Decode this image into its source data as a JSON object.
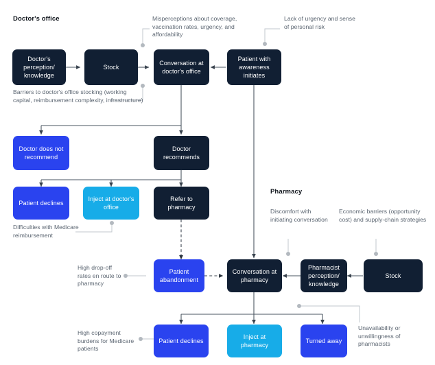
{
  "diagram": {
    "title_doctor": "Doctor's office",
    "title_pharmacy": "Pharmacy",
    "colors": {
      "dark": "#111f33",
      "blue": "#2a43ef",
      "cyan": "#17ace8",
      "wire": "#4a5560",
      "annotation_text": "#5a6470",
      "annotation_line": "#b3b9bf",
      "background": "#ffffff"
    },
    "nodes": [
      {
        "id": "doctor-perception",
        "label": "Doctor's perception/ knowledge",
        "color": "dark"
      },
      {
        "id": "stock-doctor",
        "label": "Stock",
        "color": "dark"
      },
      {
        "id": "conversation-doctor",
        "label": "Conversation at doctor's office",
        "color": "dark"
      },
      {
        "id": "patient-awareness",
        "label": "Patient with awareness initiates",
        "color": "dark"
      },
      {
        "id": "doctor-not-recommend",
        "label": "Doctor does not recommend",
        "color": "blue"
      },
      {
        "id": "doctor-recommends",
        "label": "Doctor recommends",
        "color": "dark"
      },
      {
        "id": "patient-declines-office",
        "label": "Patient declines",
        "color": "blue"
      },
      {
        "id": "inject-doctor-office",
        "label": "Inject at doctor's office",
        "color": "cyan"
      },
      {
        "id": "refer-to-pharmacy",
        "label": "Refer to pharmacy",
        "color": "dark"
      },
      {
        "id": "patient-abandonment",
        "label": "Patient abandonment",
        "color": "blue"
      },
      {
        "id": "conversation-pharmacy",
        "label": "Conversation at pharmacy",
        "color": "dark"
      },
      {
        "id": "pharmacist-perception",
        "label": "Pharmacist perception/ knowledge",
        "color": "dark"
      },
      {
        "id": "stock-pharmacy",
        "label": "Stock",
        "color": "dark"
      },
      {
        "id": "patient-declines-pharmacy",
        "label": "Patient declines",
        "color": "blue"
      },
      {
        "id": "inject-at-pharmacy",
        "label": "Inject at pharmacy",
        "color": "cyan"
      },
      {
        "id": "turned-away",
        "label": "Turned away",
        "color": "blue"
      }
    ],
    "annotations": [
      {
        "id": "misperceptions",
        "text": "Misperceptions about coverage, vaccination rates, urgency, and affordability"
      },
      {
        "id": "lack-of-urgency",
        "text": "Lack of urgency and sense of personal risk"
      },
      {
        "id": "barriers-stocking",
        "text": "Barriers to doctor's office  stocking (working capital, reimbursement complexity, infrastructure)"
      },
      {
        "id": "medicare-difficulties",
        "text": "Difficulties with Medicare reimbursement"
      },
      {
        "id": "high-drop-off",
        "text": "High drop-off rates en route to pharmacy"
      },
      {
        "id": "discomfort",
        "text": "Discomfort with initiating conversation"
      },
      {
        "id": "economic-barriers",
        "text": "Economic barriers (opportunity cost) and supply-chain strategies"
      },
      {
        "id": "high-copayment",
        "text": "High copayment burdens for Medicare patients"
      },
      {
        "id": "unavailability",
        "text": "Unavailability or unwillingness of pharmacists"
      }
    ]
  }
}
